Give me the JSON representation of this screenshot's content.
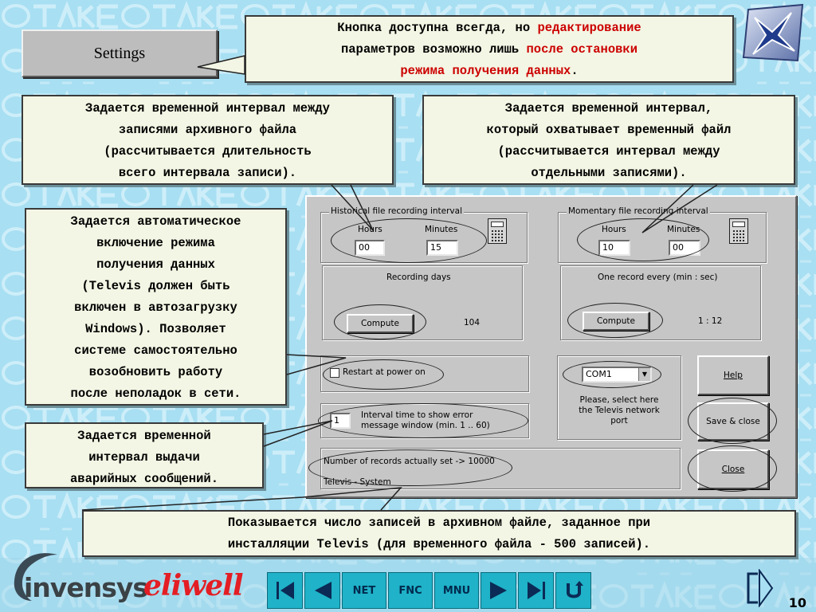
{
  "settings_tab": {
    "label": "Settings"
  },
  "callouts": {
    "top_pre": "Кнопка доступна всегда, но ",
    "top_red1": "редактирование",
    "top_mid": "параметров возможно лишь ",
    "top_red2": "после остановки",
    "top_red3": "режима получения данных",
    "top_end": ".",
    "historical_lines": [
      "Задается временной интервал между",
      "записями архивного файла",
      "(рассчитывается длительность",
      "всего интервала записи)."
    ],
    "momentary_lines": [
      "Задается временной интервал,",
      "который охватывает временный файл",
      "(рассчитывается интервал между",
      "отдельными записями)."
    ],
    "autostart_lines": [
      "Задается автоматическое",
      "включение режима",
      "получения данных",
      "(Televis должен быть",
      "включен в автозагрузку",
      "Windows). Позволяет",
      "системе самостоятельно",
      "возобновить работу",
      "после неполадок в сети."
    ],
    "error_lines": [
      "Задается временной",
      "интервал выдачи",
      "аварийных сообщений."
    ],
    "bottom_lines": [
      "Показывается число записей в архивном файле, заданное при",
      "инсталляции Televis (для временного файла - 500 записей)."
    ]
  },
  "dialog": {
    "historical": {
      "legend": "Historical file recording interval",
      "hours_label": "Hours",
      "minutes_label": "Minutes",
      "hours_value": "00",
      "minutes_value": "15",
      "result_title": "Recording days",
      "compute_label": "Compute",
      "result_value": "104"
    },
    "momentary": {
      "legend": "Momentary file recording interval",
      "hours_label": "Hours",
      "minutes_label": "Minutes",
      "hours_value": "10",
      "minutes_value": "00",
      "result_title": "One record every (min : sec)",
      "compute_label": "Compute",
      "result_value": "1 : 12"
    },
    "restart_label": "Restart at power on",
    "restart_checked": false,
    "com_port": {
      "selected": "COM1",
      "hint_lines": [
        "Please, select here",
        "the Televis network",
        "port"
      ]
    },
    "interval": {
      "value": "1",
      "label_lines": [
        "Interval time to show error",
        "message window (min. 1 .. 60)"
      ]
    },
    "records_text": "Number of records actually set -> 10000",
    "system_text": "Televis - System",
    "help_label": "Help",
    "save_close_label": "Save & close",
    "close_label": "Close"
  },
  "footer": {
    "brand1": "invensys",
    "brand2": "eliwell",
    "nav_net": "NET",
    "nav_fnc": "FNC",
    "nav_mnu": "MNU",
    "page_number": "10"
  },
  "colors": {
    "background": "#a8dff2",
    "callout_bg": "#f3f6e4",
    "highlight_red": "#cc0000",
    "nav_button": "#1fb2c8"
  }
}
